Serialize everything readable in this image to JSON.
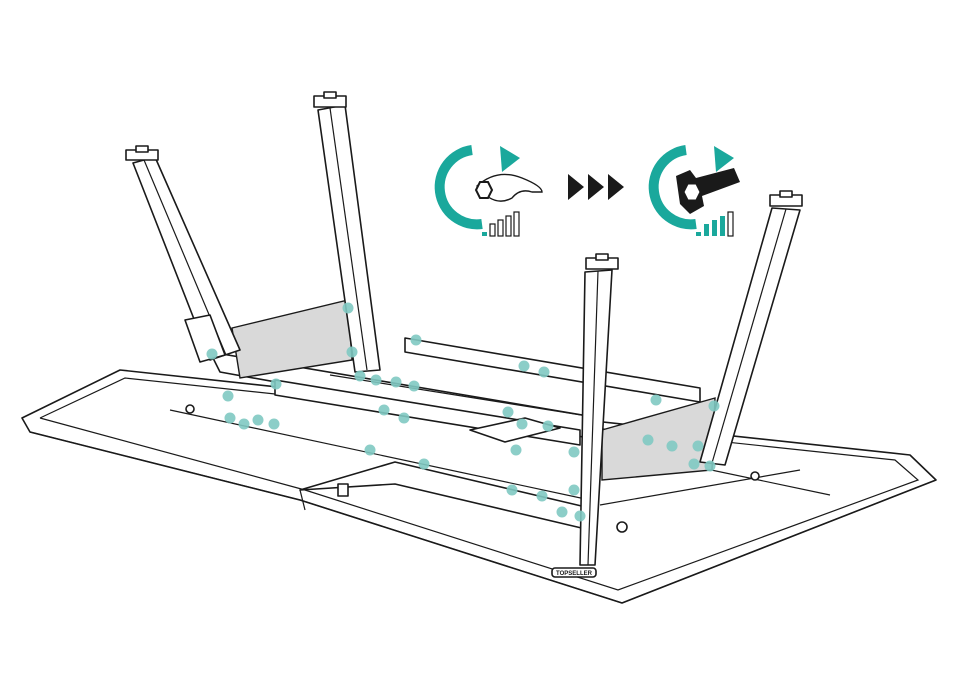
{
  "diagram": {
    "brand_label": "TOPSELLER",
    "colors": {
      "accent": "#1aa89c",
      "marker": "#7fc9c2",
      "line": "#1a1a1a",
      "panel": "#d9d9d9"
    },
    "icons": {
      "step_from": "hand-tighten-icon",
      "arrows": "triple-arrow-icon",
      "step_to": "wrench-tighten-icon"
    },
    "torque_levels": {
      "hand_tighten": 0.2,
      "wrench_tighten": 1.0
    },
    "marker_count": 40
  }
}
